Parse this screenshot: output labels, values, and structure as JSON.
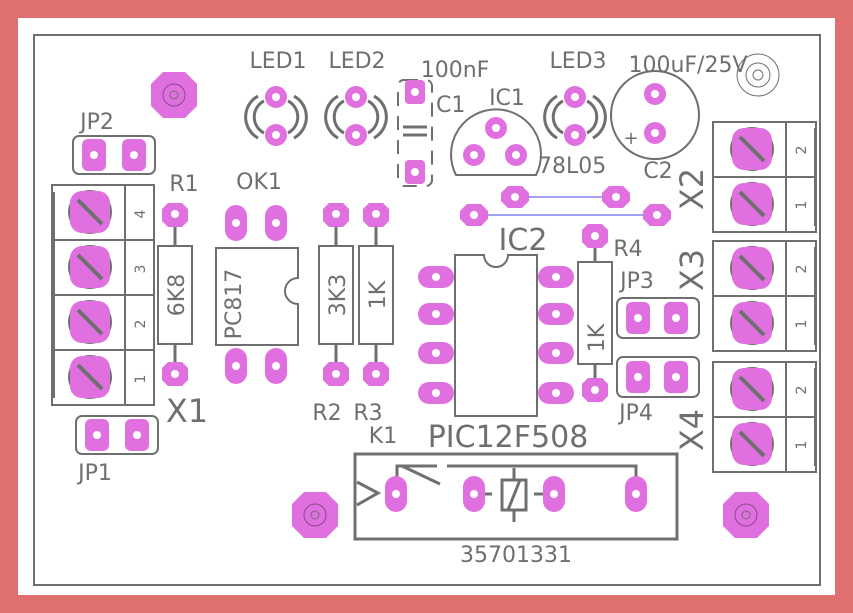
{
  "colors": {
    "border": "#e07070",
    "outline": "#6f6f6f",
    "pad": "#e070e0",
    "pad_dark": "#c050c0",
    "trace": "#4040e0"
  },
  "labels": {
    "led1": "LED1",
    "led2": "LED2",
    "led3": "LED3",
    "c1_value": "100nF",
    "c1_name": "C1",
    "ic1_name": "IC1",
    "ic1_value": "78L05",
    "c2_value": "100uF/25V",
    "c2_name": "C2",
    "c2_plus": "+",
    "jp1": "JP1",
    "jp2": "JP2",
    "jp3": "JP3",
    "jp4": "JP4",
    "r1": "R1",
    "r1_value": "6K8",
    "ok1": "OK1",
    "ok1_value": "PC817",
    "r2": "R2",
    "r2_value": "3K3",
    "r3": "R3",
    "r3_value": "1K",
    "r4": "R4",
    "r4_value": "1K",
    "ic2_name": "IC2",
    "ic2_value": "PIC12F508",
    "k1": "K1",
    "k1_value": "35701331",
    "x1": "X1",
    "x2": "X2",
    "x3": "X3",
    "x4": "X4",
    "x1_pins": [
      "4",
      "3",
      "2",
      "1"
    ],
    "x2_pins": [
      "2",
      "1"
    ],
    "x3_pins": [
      "2",
      "1"
    ],
    "x4_pins": [
      "2",
      "1"
    ]
  }
}
